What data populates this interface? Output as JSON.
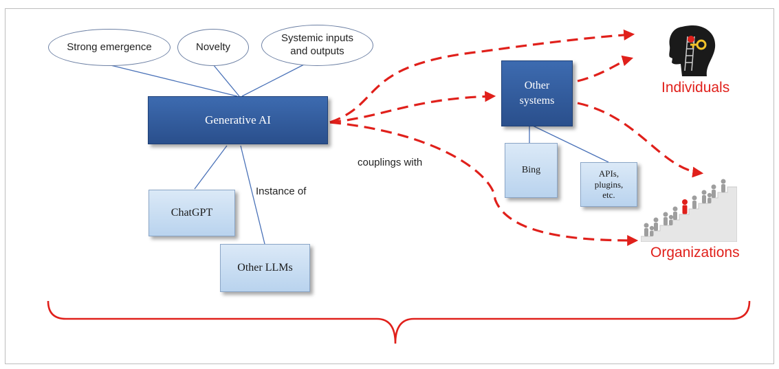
{
  "properties": [
    {
      "label": "Strong emergence"
    },
    {
      "label": "Novelty"
    },
    {
      "label": "Systemic inputs\nand outputs"
    }
  ],
  "generative_ai": "Generative AI",
  "instance_of": "Instance of",
  "instances": [
    "ChatGPT",
    "Other LLMs"
  ],
  "couplings_with": "couplings with",
  "other_systems": "Other\nsystems",
  "other_children": [
    "Bing",
    "APIs,\nplugins,\netc."
  ],
  "individuals": "Individuals",
  "organizations": "Organizations",
  "colors": {
    "dark_box": "#2a4f8c",
    "light_box": "#c9ddf2",
    "arrow_red": "#e0201b",
    "line_blue": "#4a72b8"
  },
  "icons": [
    "head-with-ladder-and-key-icon",
    "people-climbing-stairs-icon"
  ]
}
